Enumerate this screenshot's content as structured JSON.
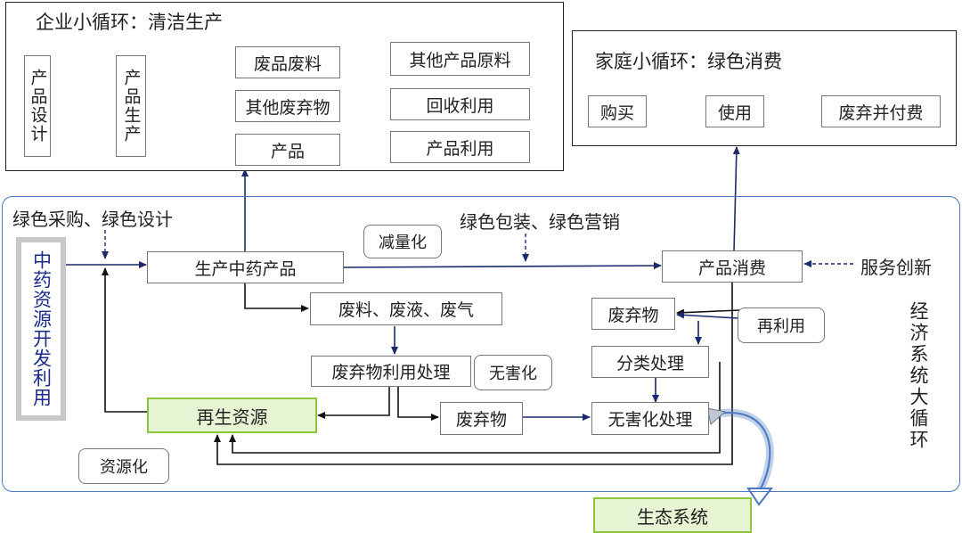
{
  "enterprise": {
    "title": "企业小循环：清洁生产",
    "product_design": "产品设计",
    "product_production": "产品生产",
    "waste_material": "废品废料",
    "other_waste": "其他废弃物",
    "product": "产品",
    "other_raw_material": "其他产品原料",
    "recycle": "回收利用",
    "product_use": "产品利用"
  },
  "household": {
    "title": "家庭小循环：绿色消费",
    "buy": "购买",
    "use": "使用",
    "discard_pay": "废弃并付费"
  },
  "economy": {
    "green_purchase": "绿色采购、绿色设计",
    "green_package": "绿色包装、绿色营销",
    "tcm_resource": "中药资源开发利用",
    "produce_tcm": "生产中药产品",
    "consumption": "产品消费",
    "service_innovation": "服务创新",
    "reduce": "减量化",
    "waste_three": "废料、废液、废气",
    "waste_processing": "废弃物利用处理",
    "harmless_callout": "无害化",
    "renewable": "再生资源",
    "resource_callout": "资源化",
    "waste2": "废弃物",
    "harmless_processing": "无害化处理",
    "waste_top": "废弃物",
    "reuse": "再利用",
    "classify": "分类处理",
    "big_cycle": "经济系统大循环",
    "ecosystem": "生态系统"
  }
}
